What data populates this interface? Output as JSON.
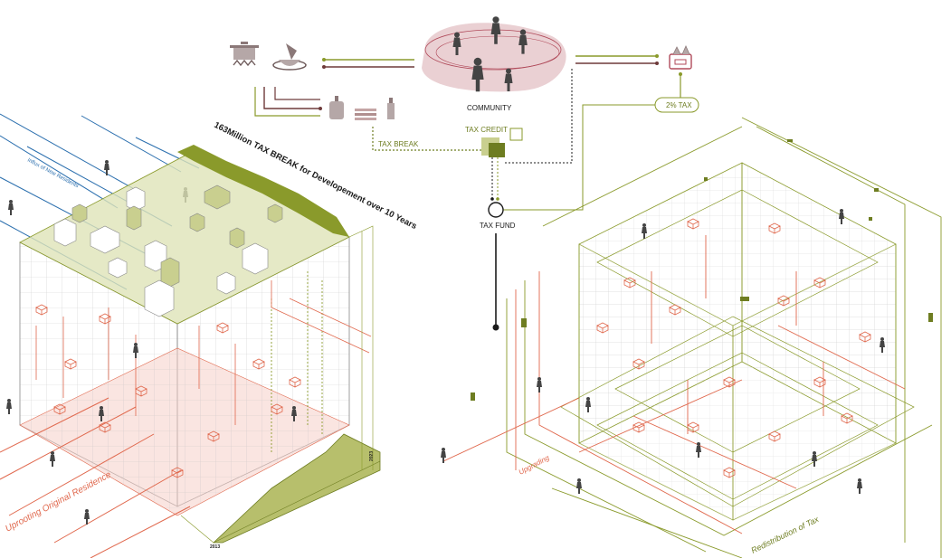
{
  "labels": {
    "community": "COMMUNITY",
    "tax_credit": "TAX CREDIT",
    "tax_break": "TAX BREAK",
    "tax_fund": "TAX FUND",
    "two_pct_tax": "2% TAX",
    "headline": "163Million TAX BREAK for Developement over 10 Years",
    "influx": "Influx of New Residents",
    "uprooting": "Uprooting Original Residence",
    "upgrading": "Upgrading",
    "redistribution": "Redistribution of Tax",
    "year_start": "2013",
    "year_end": "2023"
  },
  "colors": {
    "olive": "#8a9a2b",
    "olive_dark": "#6e7d21",
    "olive_fill": "#c9cf8f",
    "red": "#e0684d",
    "pink_fill": "#f5cfc8",
    "maroon": "#6e3a3a",
    "blue": "#2b6fae",
    "grid": "#c8c8c8",
    "ink": "#1b1b1b",
    "community_blob": "#e8c3c7"
  },
  "icons": [
    "cooking-pot-icon",
    "grinder-bowl-icon",
    "bread-board-icon",
    "plates-icon",
    "bottle-icon",
    "grocery-basket-icon",
    "person-icon"
  ]
}
